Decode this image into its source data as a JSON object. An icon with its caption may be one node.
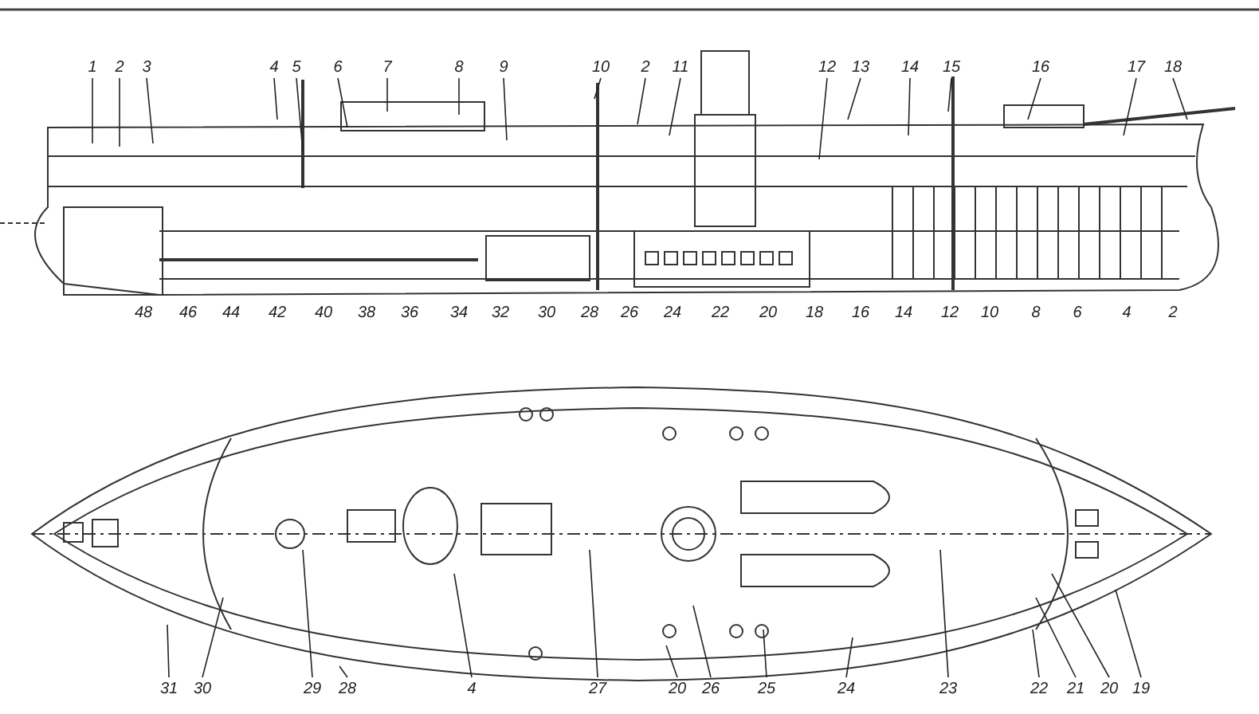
{
  "diagram": {
    "nodes": [
      {
        "text": [
          "1"
        ]
      },
      {
        "text": [
          "2"
        ]
      },
      {
        "text": [
          "3"
        ]
      },
      {
        "text": [
          "4"
        ]
      },
      {
        "text": [
          "5"
        ]
      },
      {
        "text": [
          "6"
        ]
      },
      {
        "text": [
          "7"
        ]
      },
      {
        "text": [
          "8"
        ]
      },
      {
        "text": [
          "9"
        ]
      },
      {
        "text": [
          "10"
        ]
      },
      {
        "text": [
          "2"
        ]
      },
      {
        "text": [
          "11"
        ]
      },
      {
        "text": [
          "12"
        ]
      },
      {
        "text": [
          "13"
        ]
      },
      {
        "text": [
          "14"
        ]
      },
      {
        "text": [
          "15"
        ]
      },
      {
        "text": [
          "16"
        ]
      },
      {
        "text": [
          "17"
        ]
      },
      {
        "text": [
          "18"
        ]
      },
      {
        "text": [
          "31"
        ]
      },
      {
        "text": [
          "30"
        ]
      },
      {
        "text": [
          "29"
        ]
      },
      {
        "text": [
          "28"
        ]
      },
      {
        "text": [
          "4"
        ]
      },
      {
        "text": [
          "27"
        ]
      },
      {
        "text": [
          "20"
        ]
      },
      {
        "text": [
          "26"
        ]
      },
      {
        "text": [
          "25"
        ]
      },
      {
        "text": [
          "24"
        ]
      },
      {
        "text": [
          "23"
        ]
      },
      {
        "text": [
          "22"
        ]
      },
      {
        "text": [
          "21"
        ]
      },
      {
        "text": [
          "20"
        ]
      },
      {
        "text": [
          "19"
        ]
      }
    ],
    "edges": [
      {
        "from": 0,
        "to": null,
        "arrow": "none"
      },
      {
        "from": 1,
        "to": null,
        "arrow": "none"
      },
      {
        "from": 2,
        "to": null,
        "arrow": "none"
      },
      {
        "from": 3,
        "to": null,
        "arrow": "none"
      },
      {
        "from": 4,
        "to": null,
        "arrow": "none"
      },
      {
        "from": 5,
        "to": null,
        "arrow": "none"
      },
      {
        "from": 6,
        "to": null,
        "arrow": "none"
      },
      {
        "from": 7,
        "to": null,
        "arrow": "none"
      },
      {
        "from": 8,
        "to": null,
        "arrow": "none"
      },
      {
        "from": 9,
        "to": null,
        "arrow": "none"
      },
      {
        "from": 10,
        "to": null,
        "arrow": "none"
      },
      {
        "from": 11,
        "to": null,
        "arrow": "none"
      },
      {
        "from": 12,
        "to": null,
        "arrow": "none"
      },
      {
        "from": 13,
        "to": null,
        "arrow": "none"
      },
      {
        "from": 14,
        "to": null,
        "arrow": "none"
      },
      {
        "from": 15,
        "to": null,
        "arrow": "none"
      },
      {
        "from": 16,
        "to": null,
        "arrow": "none"
      },
      {
        "from": 17,
        "to": null,
        "arrow": "none"
      },
      {
        "from": 18,
        "to": null,
        "arrow": "none"
      },
      {
        "from": 19,
        "to": null,
        "arrow": "none"
      },
      {
        "from": 20,
        "to": null,
        "arrow": "none"
      },
      {
        "from": 21,
        "to": null,
        "arrow": "none"
      },
      {
        "from": 22,
        "to": null,
        "arrow": "none"
      },
      {
        "from": 23,
        "to": null,
        "arrow": "none"
      },
      {
        "from": 24,
        "to": null,
        "arrow": "none"
      },
      {
        "from": 25,
        "to": null,
        "arrow": "none"
      },
      {
        "from": 26,
        "to": null,
        "arrow": "none"
      },
      {
        "from": 27,
        "to": null,
        "arrow": "none"
      },
      {
        "from": 28,
        "to": null,
        "arrow": "none"
      },
      {
        "from": 29,
        "to": null,
        "arrow": "none"
      },
      {
        "from": 30,
        "to": null,
        "arrow": "none"
      },
      {
        "from": 31,
        "to": null,
        "arrow": "none"
      },
      {
        "from": 32,
        "to": null,
        "arrow": "none"
      },
      {
        "from": 33,
        "to": null,
        "arrow": "none"
      }
    ],
    "labels": [
      "48",
      "46",
      "44",
      "42",
      "40",
      "38",
      "36",
      "34",
      "32",
      "30",
      "28",
      "26",
      "24",
      "22",
      "20",
      "18",
      "16",
      "14",
      "12",
      "10",
      "8",
      "6",
      "4",
      "2"
    ]
  }
}
